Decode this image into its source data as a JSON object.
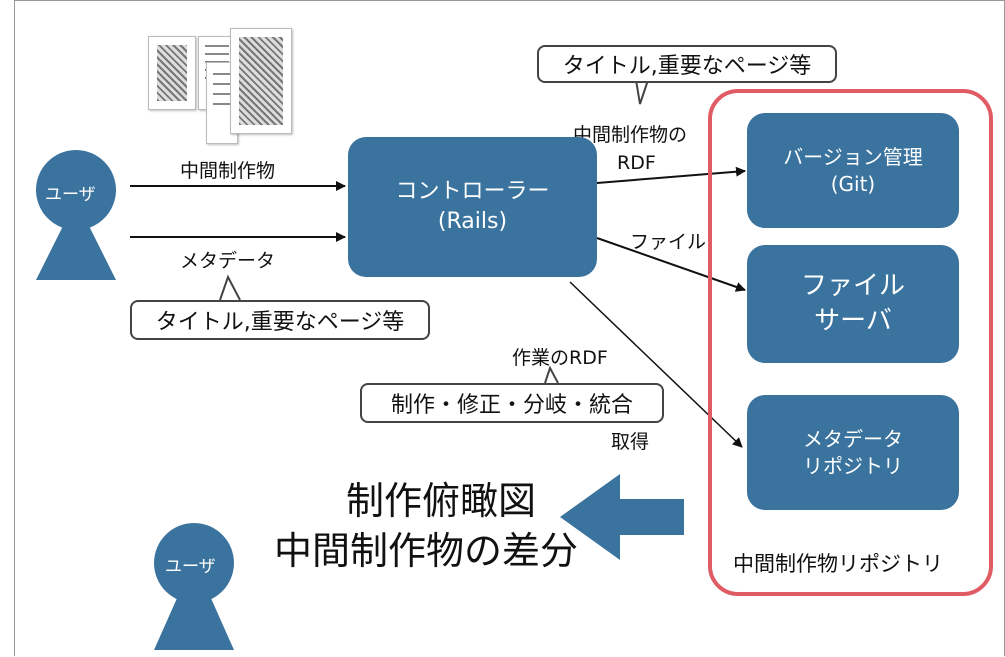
{
  "users": {
    "top_label": "ユーザ",
    "bottom_label": "ユーザ"
  },
  "flows": {
    "intermediate_work": "中間制作物",
    "metadata": "メタデータ",
    "intermediate_rdf_line1": "中間制作物の",
    "intermediate_rdf_line2": "RDF",
    "file": "ファイル",
    "work_rdf": "作業のRDF",
    "fetch": "取得"
  },
  "callouts": {
    "top_right": "タイトル,重要なページ等",
    "left": "タイトル,重要なページ等",
    "operations": "制作・修正・分岐・統合"
  },
  "controller": {
    "line1": "コントローラー",
    "line2": "(Rails)"
  },
  "repository": {
    "title": "中間制作物リポジトリ",
    "version_control": {
      "line1": "バージョン管理",
      "line2": "(Git)"
    },
    "file_server": {
      "line1": "ファイル",
      "line2": "サーバ"
    },
    "metadata_repo": {
      "line1": "メタデータ",
      "line2": "リポジトリ"
    }
  },
  "output": {
    "line1": "制作俯瞰図",
    "line2": "中間制作物の差分"
  },
  "colors": {
    "box_fill": "#3b739f",
    "repo_border": "#e05b63"
  }
}
